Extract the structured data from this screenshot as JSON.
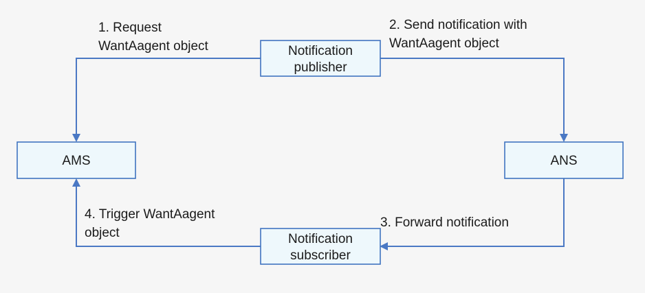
{
  "nodes": {
    "publisher": {
      "line1": "Notification",
      "line2": "publisher"
    },
    "ams": {
      "label": "AMS"
    },
    "ans": {
      "label": "ANS"
    },
    "subscriber": {
      "line1": "Notification",
      "line2": "subscriber"
    }
  },
  "edges": {
    "step1": {
      "line1": "1. Request",
      "line2": "WantAagent object"
    },
    "step2": {
      "line1": "2. Send notification with",
      "line2": "WantAagent object"
    },
    "step3": {
      "line1": "3. Forward notification"
    },
    "step4": {
      "line1": "4. Trigger WantAagent",
      "line2": "object"
    }
  },
  "colors": {
    "background": "#f6f6f6",
    "box_fill": "#eef8fc",
    "box_stroke": "#3f73c0",
    "edge": "#4a78c4"
  }
}
